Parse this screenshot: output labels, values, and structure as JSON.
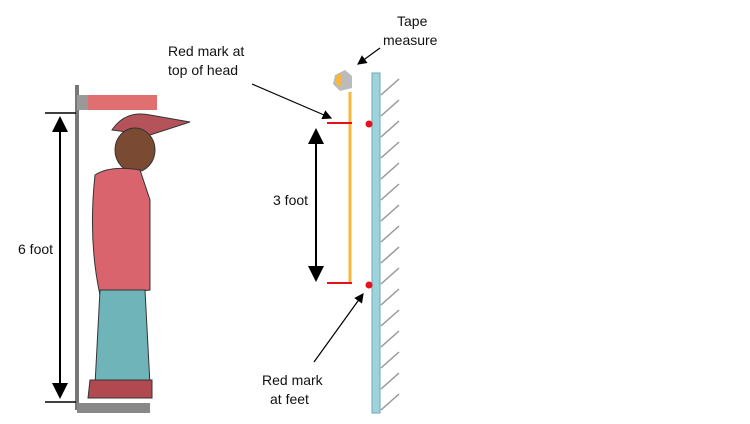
{
  "labels": {
    "six_foot": "6 foot",
    "three_foot": "3 foot",
    "red_mark_head_line1": "Red mark at",
    "red_mark_head_line2": "top of head",
    "tape_line1": "Tape",
    "tape_line2": "measure",
    "red_mark_feet_line1": "Red mark",
    "red_mark_feet_line2": "at feet"
  },
  "colors": {
    "wall": "#9fd3dc",
    "tape": "#f6b73c",
    "mark": "#e8101a",
    "head_bar": "#e07070",
    "hoodie": "#d9646e",
    "jeans": "#6fb4b8"
  }
}
